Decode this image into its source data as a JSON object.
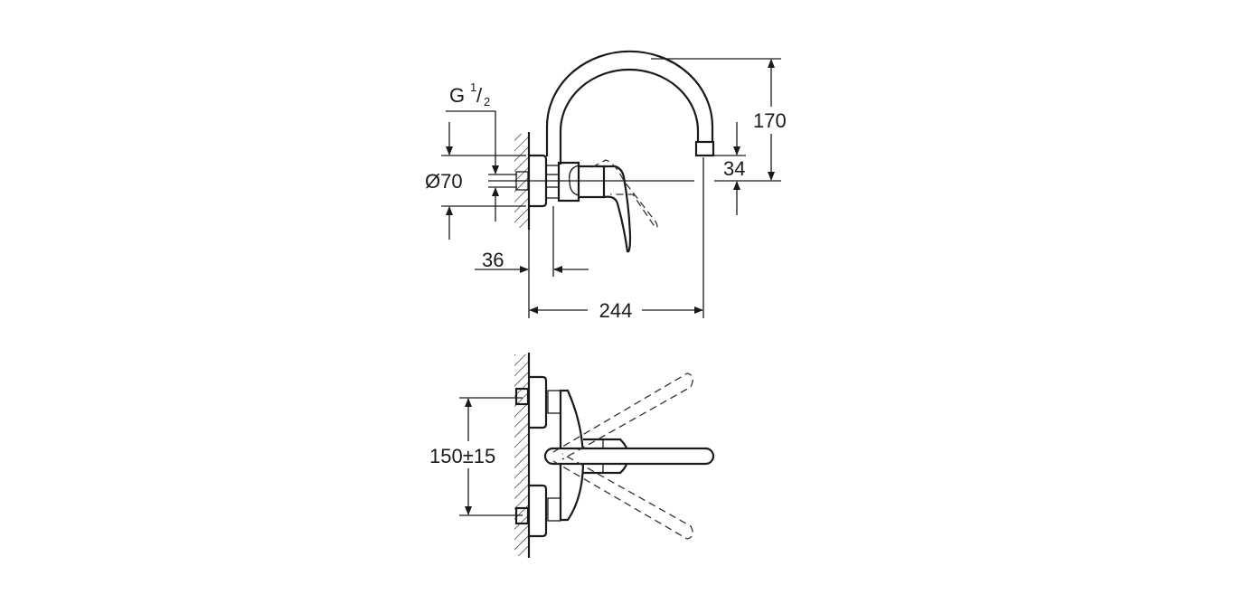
{
  "drawing": {
    "side_view": {
      "thread_label": "G",
      "thread_fraction_num": "1",
      "thread_fraction_den": "2",
      "diameter_label": "Ø70",
      "offset_label": "36",
      "depth_label": "244",
      "spout_height_label": "170",
      "spout_outlet_label": "34"
    },
    "top_view": {
      "connection_spacing_label": "150±15"
    },
    "line_color": "#1a1a1a",
    "background": "#ffffff"
  }
}
